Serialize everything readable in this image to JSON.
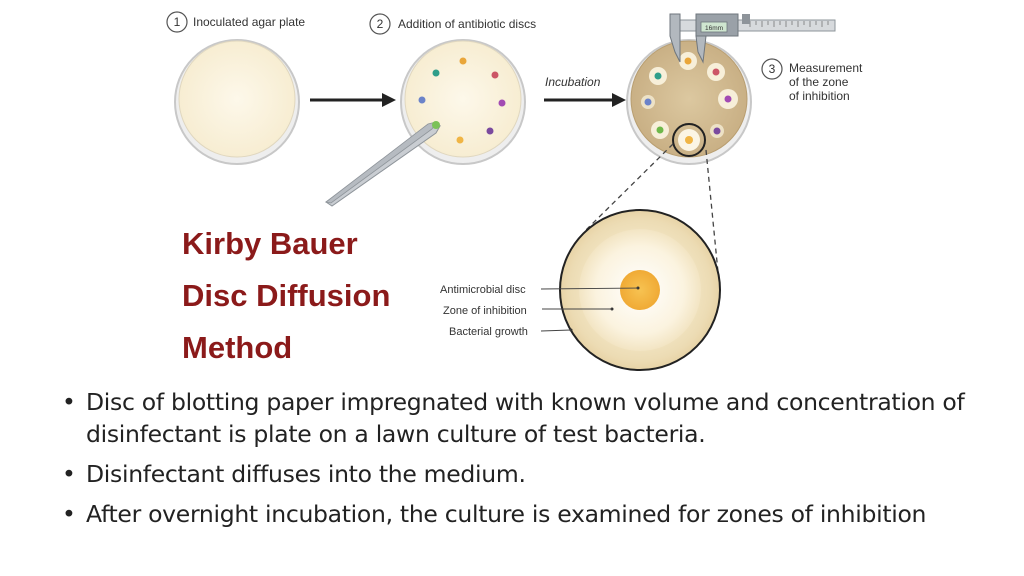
{
  "diagram": {
    "steps": [
      {
        "number": "1",
        "label": "Inoculated agar plate"
      },
      {
        "number": "2",
        "label": "Addition of antibiotic discs"
      },
      {
        "number": "3",
        "label_lines": [
          "Measurement",
          "of the zone",
          "of inhibition"
        ]
      }
    ],
    "incubation_label": "Incubation",
    "caliper_reading": "16mm",
    "title_lines": [
      "Kirby Bauer",
      "Disc Diffusion",
      "Method"
    ],
    "zoom_labels": [
      "Antimicrobial disc",
      "Zone of inhibition",
      "Bacterial growth"
    ],
    "colors": {
      "title": "#8b1a1a",
      "agar_plain": "#fbf4e2",
      "agar_grown": "#d8c39a",
      "disc": "#f2b540"
    }
  },
  "bullets": [
    {
      "marker": "•",
      "text": "Disc of blotting paper impregnated with known volume and concentration of disinfectant is plate on a lawn culture of test bacteria."
    },
    {
      "marker": "•",
      "text": "Disinfectant diffuses into the medium."
    },
    {
      "marker": "•",
      "text": "After overnight incubation, the culture is examined for zones of inhibition"
    }
  ]
}
